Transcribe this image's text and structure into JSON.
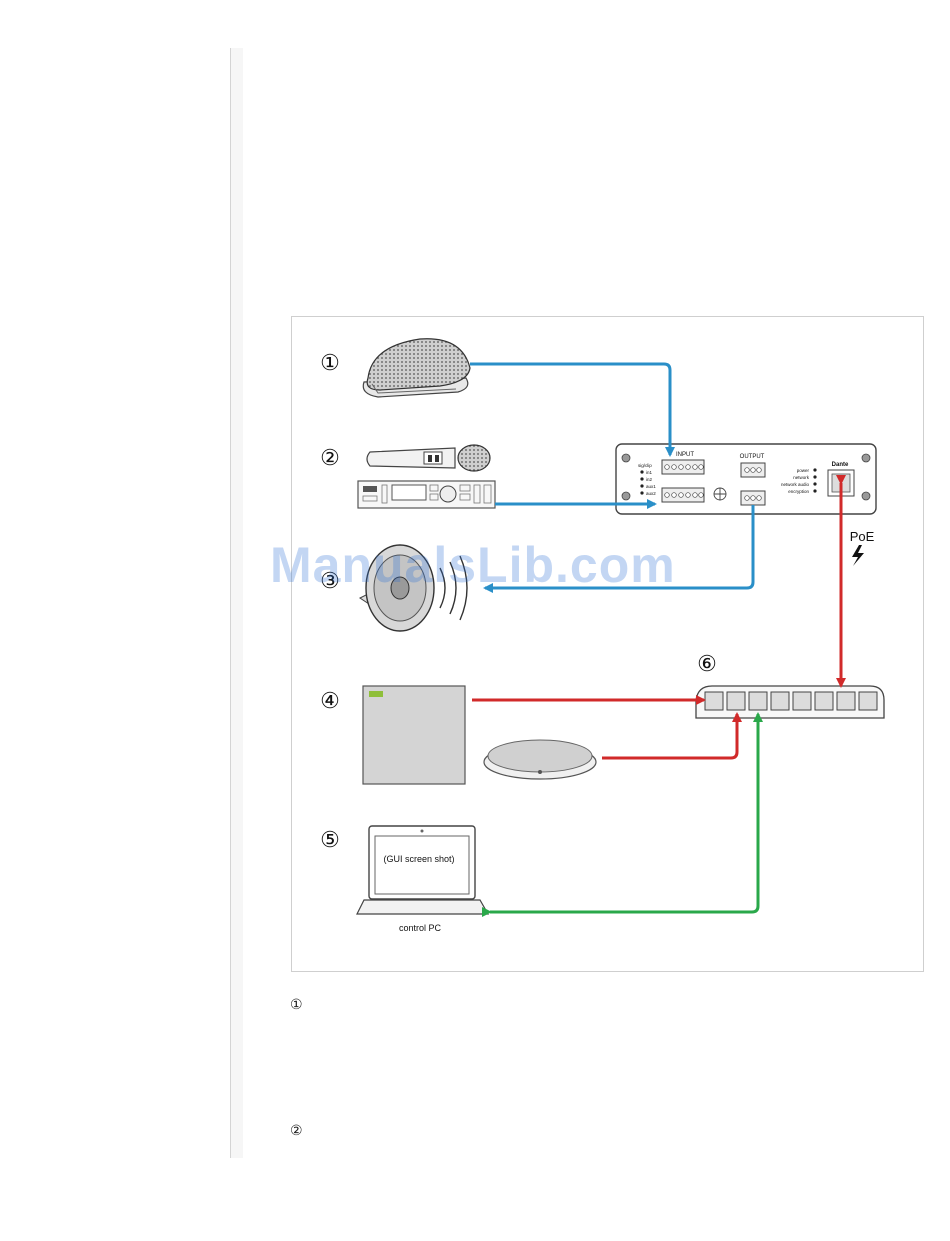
{
  "labels": {
    "n1": "①",
    "n2": "②",
    "n3": "③",
    "n4": "④",
    "n5": "⑤",
    "n6": "⑥",
    "input": "INPUT",
    "output": "OUTPUT",
    "dante": "Dante",
    "poe": "PoE",
    "sigclip": "sig/clip",
    "in1": "in1",
    "in2": "in2",
    "aux1": "aux1",
    "aux2": "aux2",
    "power": "power",
    "network": "network",
    "network_audio": "network audio",
    "encryption": "encryption",
    "gui": "(GUI screen shot)",
    "control_pc": "control PC"
  },
  "notes": {
    "first": "①",
    "second": "②"
  },
  "watermark": "ManualsLib.com",
  "colors": {
    "blue": "#2a8fc8",
    "red": "#d12a2a",
    "green": "#2aa84a"
  }
}
